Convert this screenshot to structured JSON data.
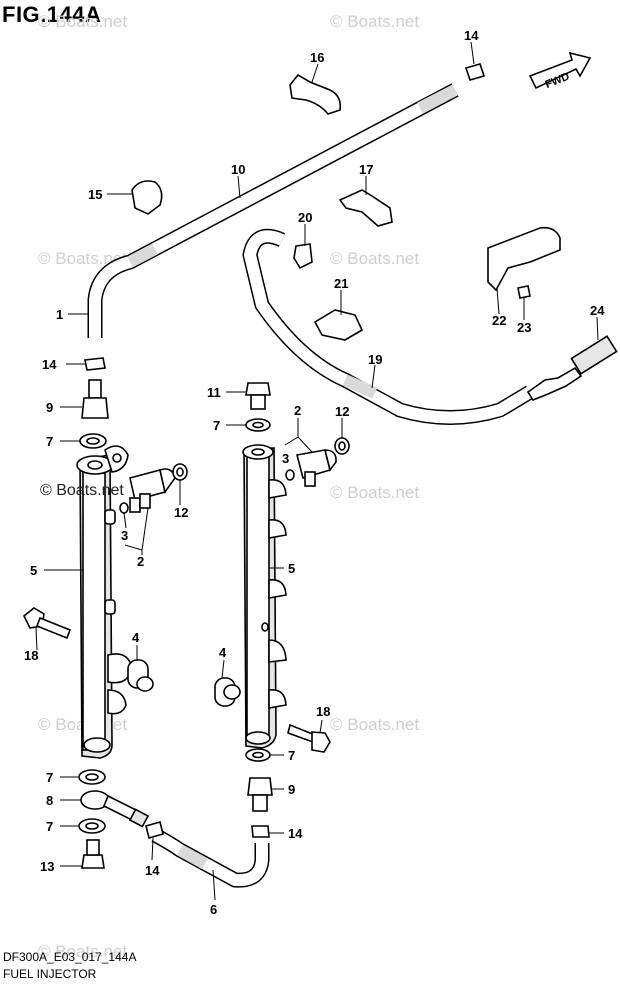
{
  "figure": {
    "title": "FIG.144A",
    "code": "DF300A_E03_017_144A",
    "name": "FUEL INJECTOR"
  },
  "fwd_label": "FWD",
  "watermarks": [
    "© Boats.net",
    "© Boats.net",
    "© Boats.net",
    "© Boats.net",
    "© Boats.net",
    "© Boats.net",
    "© Boats.net",
    "© Boats.net"
  ],
  "watermark_dark": "© Boats.net",
  "callouts": [
    {
      "id": "c14a",
      "text": "14"
    },
    {
      "id": "c16",
      "text": "16"
    },
    {
      "id": "c10",
      "text": "10"
    },
    {
      "id": "c15",
      "text": "15"
    },
    {
      "id": "c17",
      "text": "17"
    },
    {
      "id": "c20",
      "text": "20"
    },
    {
      "id": "c21",
      "text": "21"
    },
    {
      "id": "c22",
      "text": "22"
    },
    {
      "id": "c23",
      "text": "23"
    },
    {
      "id": "c24",
      "text": "24"
    },
    {
      "id": "c1",
      "text": "1"
    },
    {
      "id": "c19",
      "text": "19"
    },
    {
      "id": "c14b",
      "text": "14"
    },
    {
      "id": "c9a",
      "text": "9"
    },
    {
      "id": "c7a",
      "text": "7"
    },
    {
      "id": "c11",
      "text": "11"
    },
    {
      "id": "c7b",
      "text": "7"
    },
    {
      "id": "c2a",
      "text": "2"
    },
    {
      "id": "c12a",
      "text": "12"
    },
    {
      "id": "c3a",
      "text": "3"
    },
    {
      "id": "c12b",
      "text": "12"
    },
    {
      "id": "c3b",
      "text": "3"
    },
    {
      "id": "c2b",
      "text": "2"
    },
    {
      "id": "c5a",
      "text": "5"
    },
    {
      "id": "c5b",
      "text": "5"
    },
    {
      "id": "c18a",
      "text": "18"
    },
    {
      "id": "c4a",
      "text": "4"
    },
    {
      "id": "c4b",
      "text": "4"
    },
    {
      "id": "c18b",
      "text": "18"
    },
    {
      "id": "c7c",
      "text": "7"
    },
    {
      "id": "c7d",
      "text": "7"
    },
    {
      "id": "c8",
      "text": "8"
    },
    {
      "id": "c9b",
      "text": "9"
    },
    {
      "id": "c7e",
      "text": "7"
    },
    {
      "id": "c14c",
      "text": "14"
    },
    {
      "id": "c13",
      "text": "13"
    },
    {
      "id": "c14d",
      "text": "14"
    },
    {
      "id": "c6",
      "text": "6"
    }
  ]
}
